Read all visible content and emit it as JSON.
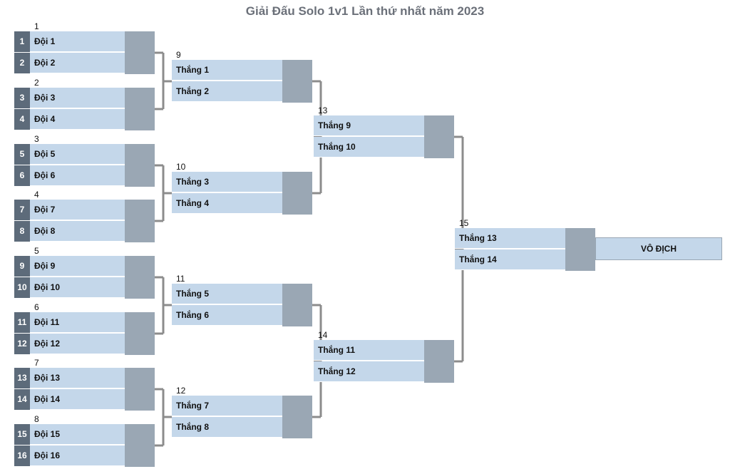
{
  "title": "Giải Đấu Solo 1v1 Lần thứ nhất năm 2023",
  "colors": {
    "slot": "#c4d7ea",
    "score_box": "#9aa7b4",
    "seed_box": "#5d6b7a",
    "connector": "#8c8c8c",
    "title": "#6b7079"
  },
  "rounds": [
    {
      "matches": [
        {
          "number": "1",
          "slots": [
            {
              "seed": "1",
              "name": "Đội 1"
            },
            {
              "seed": "2",
              "name": "Đội 2"
            }
          ]
        },
        {
          "number": "2",
          "slots": [
            {
              "seed": "3",
              "name": "Đội 3"
            },
            {
              "seed": "4",
              "name": "Đội 4"
            }
          ]
        },
        {
          "number": "3",
          "slots": [
            {
              "seed": "5",
              "name": "Đội 5"
            },
            {
              "seed": "6",
              "name": "Đội 6"
            }
          ]
        },
        {
          "number": "4",
          "slots": [
            {
              "seed": "7",
              "name": "Đội 7"
            },
            {
              "seed": "8",
              "name": "Đội 8"
            }
          ]
        },
        {
          "number": "5",
          "slots": [
            {
              "seed": "9",
              "name": "Đội 9"
            },
            {
              "seed": "10",
              "name": "Đội 10"
            }
          ]
        },
        {
          "number": "6",
          "slots": [
            {
              "seed": "11",
              "name": "Đội 11"
            },
            {
              "seed": "12",
              "name": "Đội 12"
            }
          ]
        },
        {
          "number": "7",
          "slots": [
            {
              "seed": "13",
              "name": "Đội 13"
            },
            {
              "seed": "14",
              "name": "Đội 14"
            }
          ]
        },
        {
          "number": "8",
          "slots": [
            {
              "seed": "15",
              "name": "Đội 15"
            },
            {
              "seed": "16",
              "name": "Đội 16"
            }
          ]
        }
      ]
    },
    {
      "matches": [
        {
          "number": "9",
          "slots": [
            {
              "name": "Thắng 1"
            },
            {
              "name": "Thắng 2"
            }
          ]
        },
        {
          "number": "10",
          "slots": [
            {
              "name": "Thắng 3"
            },
            {
              "name": "Thắng 4"
            }
          ]
        },
        {
          "number": "11",
          "slots": [
            {
              "name": "Thắng 5"
            },
            {
              "name": "Thắng 6"
            }
          ]
        },
        {
          "number": "12",
          "slots": [
            {
              "name": "Thắng 7"
            },
            {
              "name": "Thắng 8"
            }
          ]
        }
      ]
    },
    {
      "matches": [
        {
          "number": "13",
          "slots": [
            {
              "name": "Thắng 9"
            },
            {
              "name": "Thắng 10"
            }
          ]
        },
        {
          "number": "14",
          "slots": [
            {
              "name": "Thắng 11"
            },
            {
              "name": "Thắng 12"
            }
          ]
        }
      ]
    },
    {
      "matches": [
        {
          "number": "15",
          "slots": [
            {
              "name": "Thắng 13"
            },
            {
              "name": "Thắng 14"
            }
          ]
        }
      ]
    }
  ],
  "champion_label": "VÔ ĐỊCH"
}
